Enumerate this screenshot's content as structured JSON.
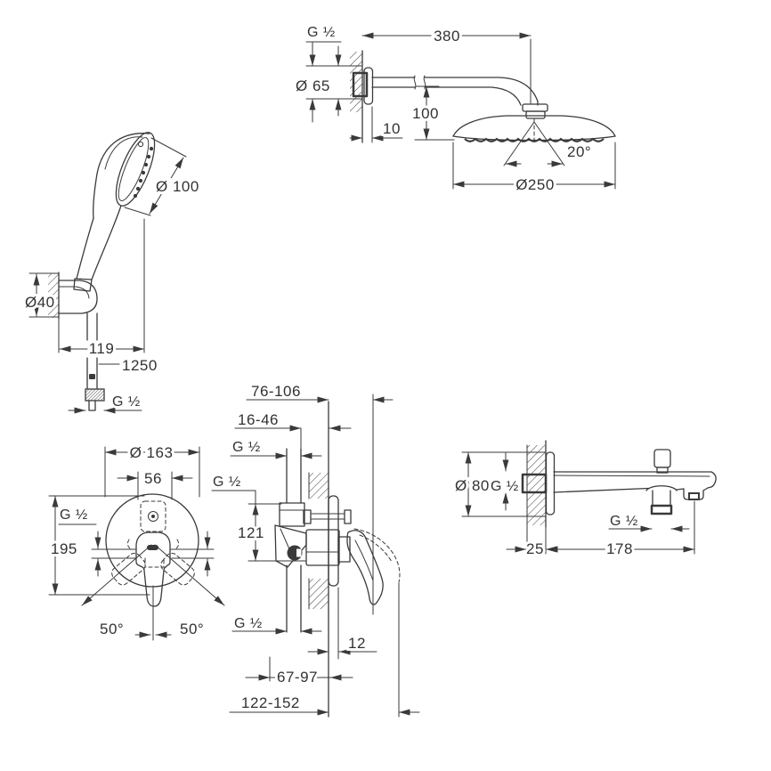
{
  "drawing": {
    "type": "technical-dimension-diagram",
    "background": "#ffffff",
    "line_color": "#3a3a3a",
    "figures": {
      "head_shower": {
        "title": "wall-mounted head shower with shower arm",
        "dims": {
          "thread": "G ½",
          "arm_length": "380",
          "flange": "Ø 65",
          "drop_height": "100",
          "wall_offset": "10",
          "spray_angle": "20°",
          "head_diameter": "Ø250"
        }
      },
      "hand_shower": {
        "title": "hand shower with wall holder and hose",
        "dims": {
          "head_diameter": "Ø 100",
          "holder_diameter": "Ø40",
          "projection": "119",
          "hose_length": "1250",
          "thread": "G ½"
        }
      },
      "trim": {
        "title": "concealed mixer trim, front view",
        "dims": {
          "plate_diameter": "Ø 163",
          "cartridge_width": "56",
          "thread": "G ½",
          "height": "195",
          "angle_left": "50°",
          "angle_right": "50°"
        }
      },
      "valve": {
        "title": "concealed mixer, side section",
        "dims": {
          "range_max": "76-106",
          "range_min": "16-46",
          "thread_top": "G ½",
          "thread_left": "G ½",
          "body_height": "121",
          "thread_bottom": "G ½",
          "plate_thickness": "12",
          "depth_min": "67-97",
          "depth_max": "122-152"
        }
      },
      "spout": {
        "title": "bath spout with diverter",
        "dims": {
          "flange": "Ø 80",
          "thread_inlet": "G ½",
          "thread_outlet": "G ½",
          "wall_thickness": "25",
          "length": "178"
        }
      }
    }
  }
}
